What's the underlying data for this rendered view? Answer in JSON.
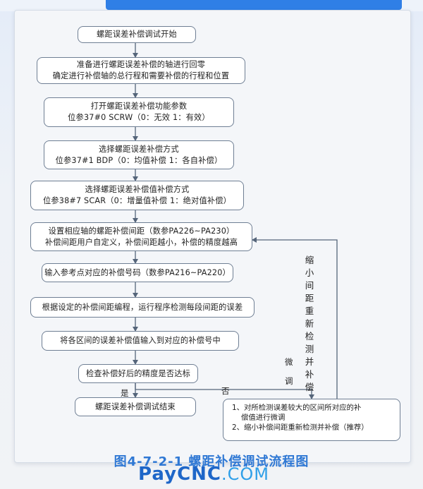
{
  "steps": {
    "s1": [
      "螺距误差补偿调试开始"
    ],
    "s2": [
      "准备进行螺距误差补偿的轴进行回零",
      "确定进行补偿轴的总行程和需要补偿的行程和位置"
    ],
    "s3": [
      "打开螺距误差补偿功能参数",
      "位参37#0 SCRW（0：无效 1：有效）"
    ],
    "s4": [
      "选择螺距误差补偿方式",
      "位参37#1 BDP（0：均值补偿 1：各自补偿）"
    ],
    "s5": [
      "选择螺距误差补偿值补偿方式",
      "位参38#7 SCAR（0：增量值补偿 1：绝对值补偿）"
    ],
    "s6": [
      "设置相应轴的螺距补偿间距（数参PA226~PA230）",
      "补偿间距用户自定义，补偿间距越小，补偿的精度越高"
    ],
    "s7": [
      "输入参考点对应的补偿号码（数参PA216~PA220）"
    ],
    "s8": [
      "根据设定的补偿间距编程，运行程序检测每段间距的误差"
    ],
    "s9": [
      "将各区间的误差补偿值输入到对应的补偿号中"
    ],
    "s10": [
      "检查补偿好后的精度是否达标"
    ],
    "s11": [
      "螺距误差补偿调试结束"
    ]
  },
  "labels": {
    "yes": "是",
    "no": "否",
    "fine_tune_1": "微",
    "fine_tune_2": "调",
    "loop_text": "缩小间距重新检测并补偿"
  },
  "note": {
    "line1": "1、对所检测误差较大的区间所对应的补",
    "line2": "偿值进行微调",
    "line3": "2、缩小补偿间距重新检测并补偿（推荐）"
  },
  "caption": "图4-7-2-1  螺距补偿调试流程图",
  "watermark": {
    "part1": "Pay",
    "part2": "CNC",
    "part3": ".COM"
  },
  "colors": {
    "accent": "#2f7fe6",
    "caption": "#2f78d4",
    "node_border": "#6f7f94"
  }
}
